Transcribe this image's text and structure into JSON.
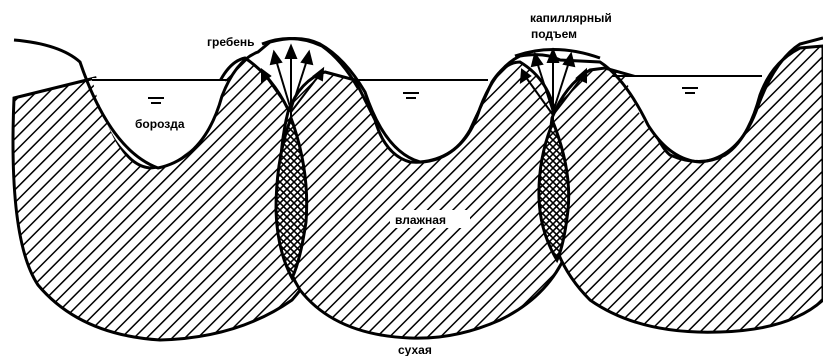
{
  "labels": {
    "ridge": "гребень",
    "furrow": "борозда",
    "capillary_line1": "капиллярный",
    "capillary_line2": "подъем",
    "wet": "влажная",
    "dry": "сухая"
  },
  "colors": {
    "ink": "#000000",
    "paper": "#ffffff"
  }
}
